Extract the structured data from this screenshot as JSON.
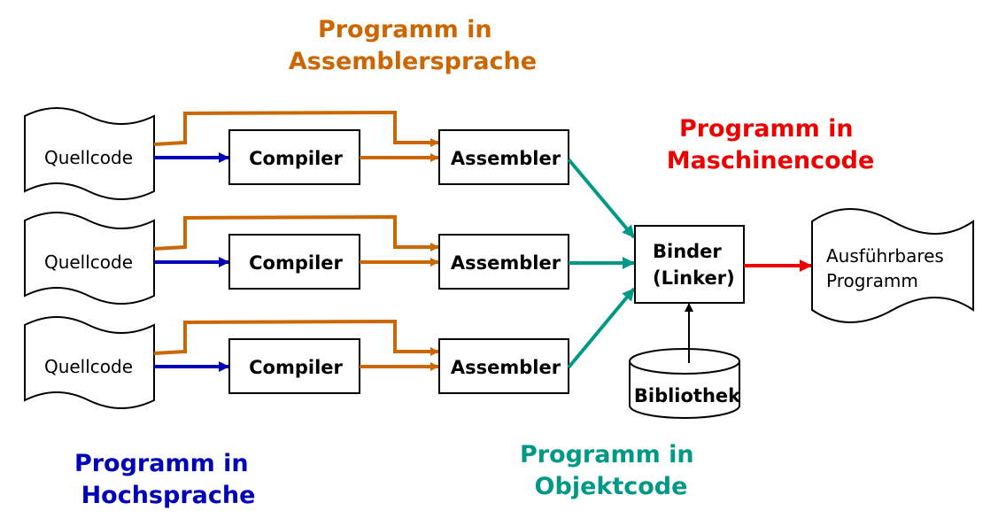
{
  "colors": {
    "assembler_language": "#cc6600",
    "high_level_language": "#0000bb",
    "object_code": "#009988",
    "machine_code": "#ee0000",
    "stroke": "#000000"
  },
  "labels": {
    "assembler_language": [
      "Programm in",
      "Assemblersprache"
    ],
    "high_level_language": [
      "Programm in",
      "Hochsprache"
    ],
    "object_code": [
      "Programm in",
      "Objektcode"
    ],
    "machine_code": [
      "Programm in",
      "Maschinencode"
    ]
  },
  "source_label": "Quellcode",
  "compiler_label": "Compiler",
  "assembler_label": "Assembler",
  "linker_label": [
    "Binder",
    "(Linker)"
  ],
  "library_label": "Bibliothek",
  "executable_label": [
    "Ausführbares",
    "Programm"
  ],
  "pipelines": [
    {
      "source": "Quellcode",
      "compiler": "Compiler",
      "assembler": "Assembler"
    },
    {
      "source": "Quellcode",
      "compiler": "Compiler",
      "assembler": "Assembler"
    },
    {
      "source": "Quellcode",
      "compiler": "Compiler",
      "assembler": "Assembler"
    }
  ]
}
